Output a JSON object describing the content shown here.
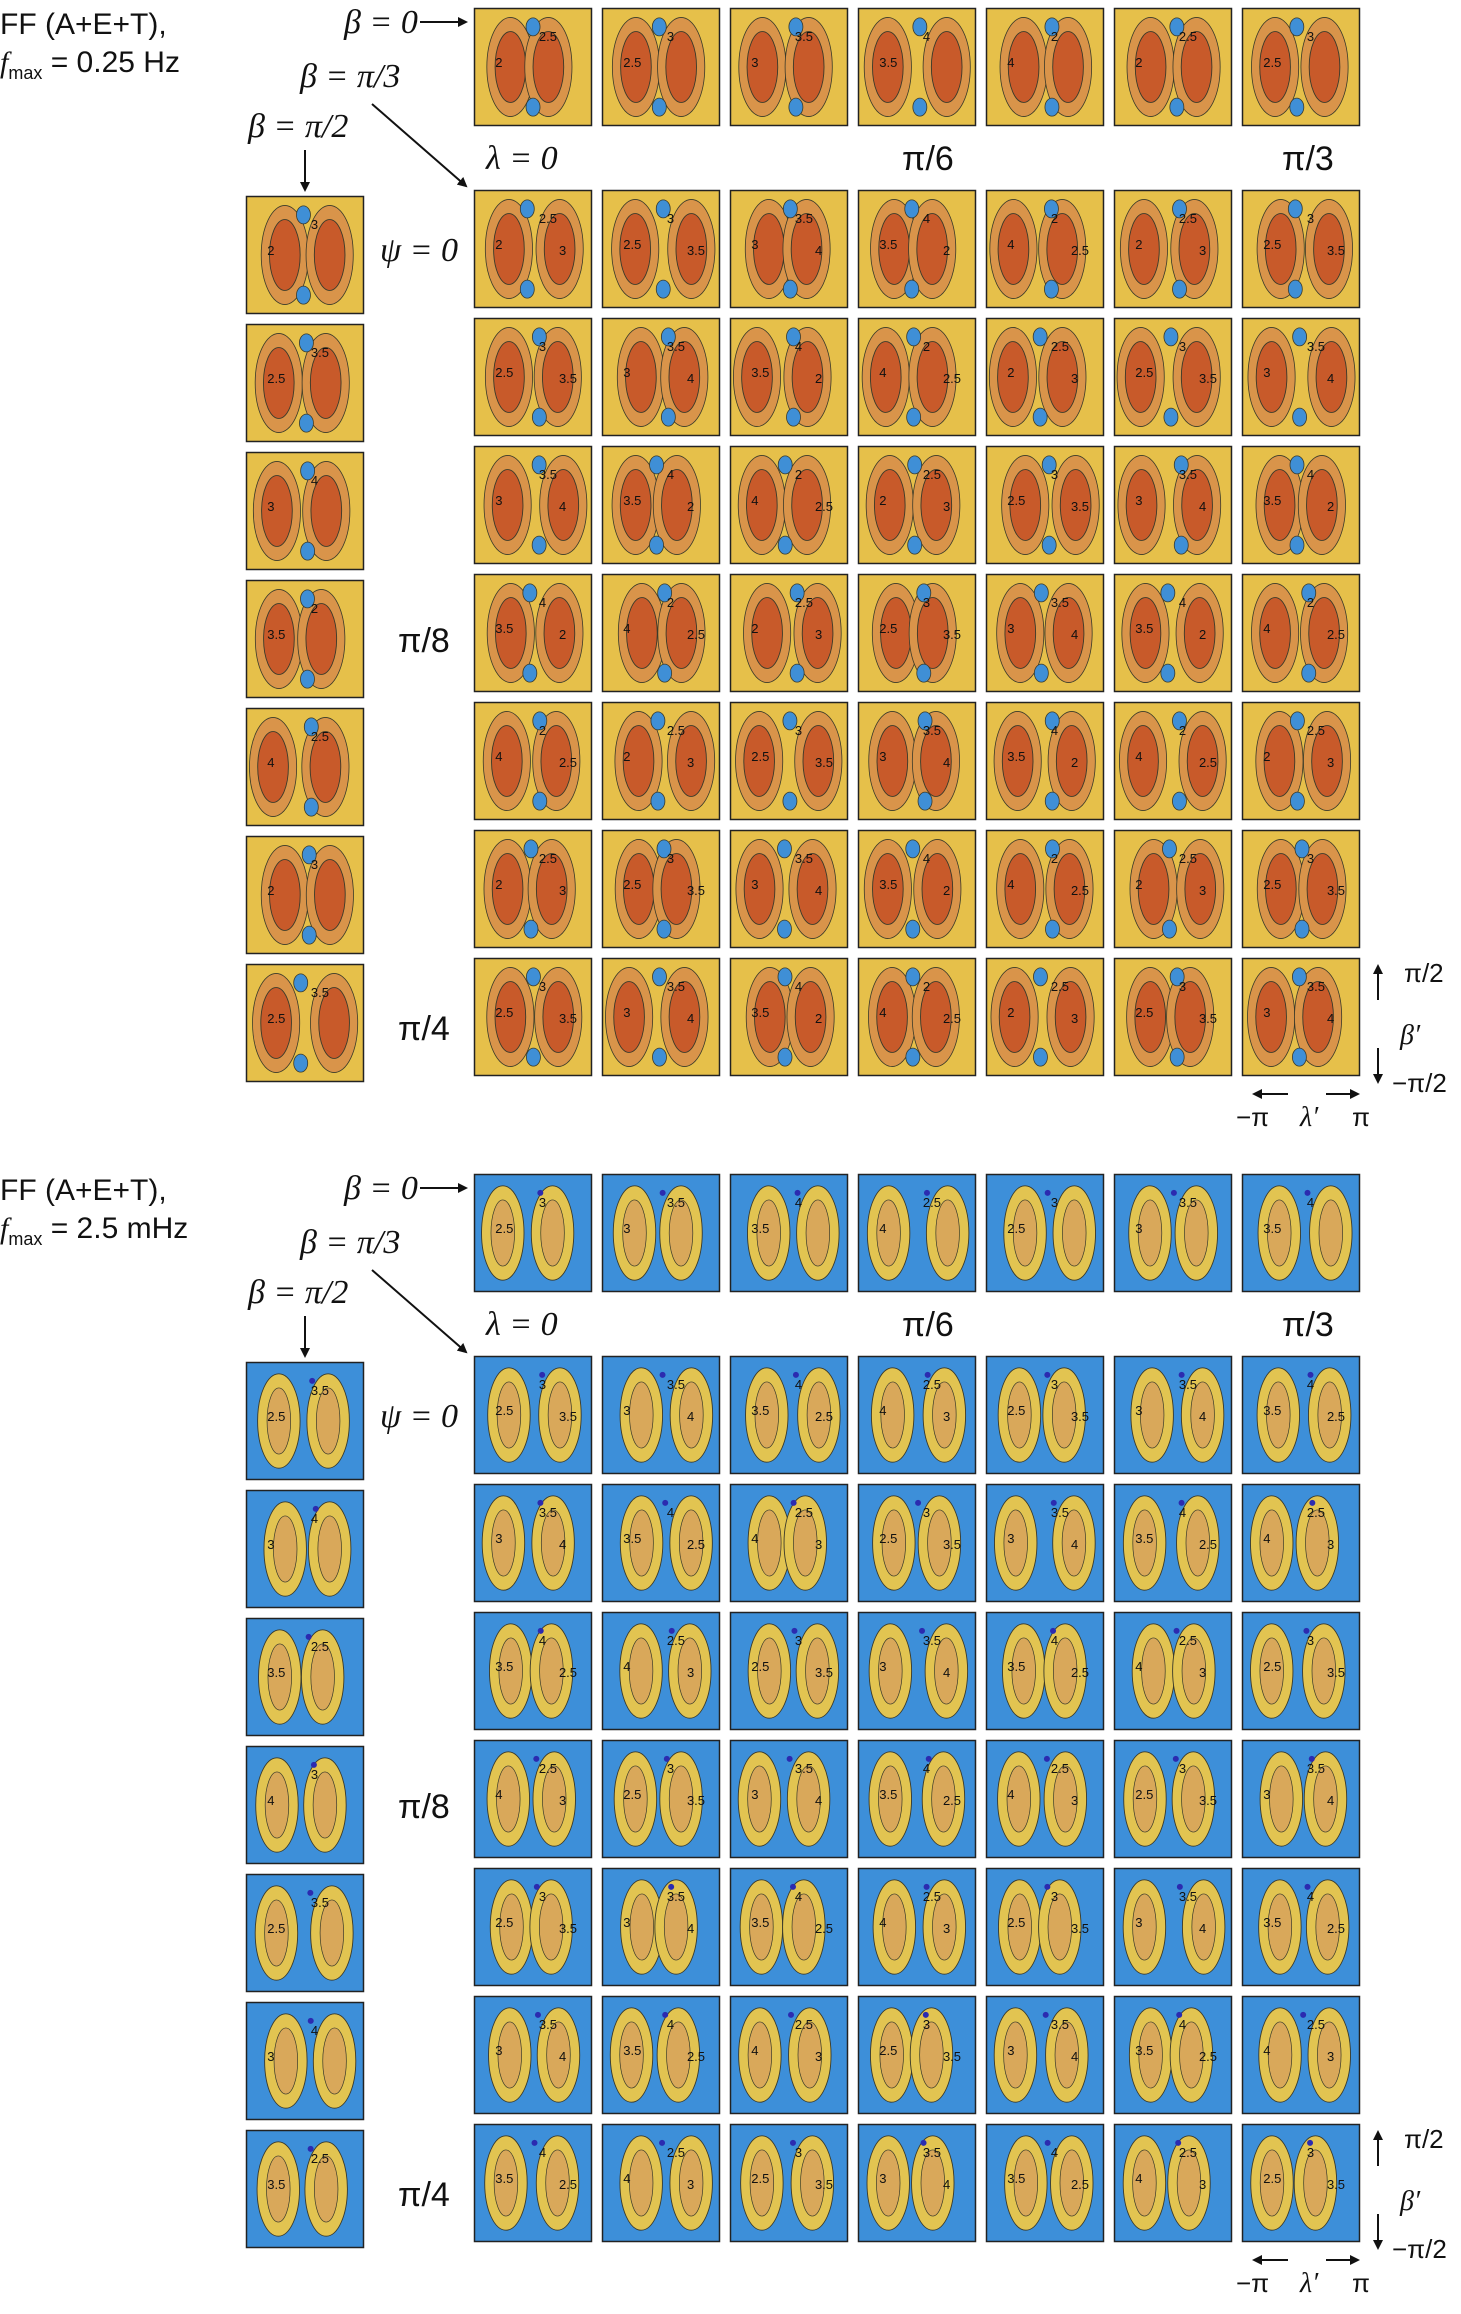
{
  "panels": [
    {
      "id": "panel_top",
      "title_line1": "FF (A+E+T),",
      "title_line2_prefix": "f",
      "title_line2_sub": "max",
      "title_line2_value": " = 0.25 Hz",
      "beta0_label": "β = 0",
      "beta_pi3_label": "β = π/3",
      "beta_pi2_label": "β = π/2",
      "lambda_labels": [
        "λ = 0",
        "π/6",
        "π/3"
      ],
      "psi_labels": [
        "ψ = 0",
        "π/8",
        "π/4"
      ],
      "scheme": "warm",
      "axis_beta_top": "π/2",
      "axis_beta_label": "β′",
      "axis_beta_bottom": "−π/2",
      "axis_lambda_left": "−π",
      "axis_lambda_label": "λ′",
      "axis_lambda_right": "π",
      "contour_values": [
        "2",
        "2.5",
        "3",
        "3.5",
        "4"
      ]
    },
    {
      "id": "panel_bottom",
      "title_line1": "FF (A+E+T),",
      "title_line2_prefix": "f",
      "title_line2_sub": "max",
      "title_line2_value": " = 2.5 mHz",
      "beta0_label": "β = 0",
      "beta_pi3_label": "β = π/3",
      "beta_pi2_label": "β = π/2",
      "lambda_labels": [
        "λ = 0",
        "π/6",
        "π/3"
      ],
      "psi_labels": [
        "ψ = 0",
        "π/8",
        "π/4"
      ],
      "scheme": "cool",
      "axis_beta_top": "π/2",
      "axis_beta_label": "β′",
      "axis_beta_bottom": "−π/2",
      "axis_lambda_left": "−π",
      "axis_lambda_label": "λ′",
      "axis_lambda_right": "π",
      "contour_values": [
        "2.5",
        "3",
        "3.5",
        "4"
      ]
    }
  ],
  "colors": {
    "warm_bg": "#e6c04a",
    "warm_hot": "#c85a2a",
    "warm_mid": "#d9944a",
    "warm_blue": "#3f8fd6",
    "cool_bg": "#3d8fd9",
    "cool_yellow": "#e2c451",
    "cool_core": "#d9a85a",
    "contour": "#3a3a2a",
    "dot": "#2b2bb0"
  }
}
